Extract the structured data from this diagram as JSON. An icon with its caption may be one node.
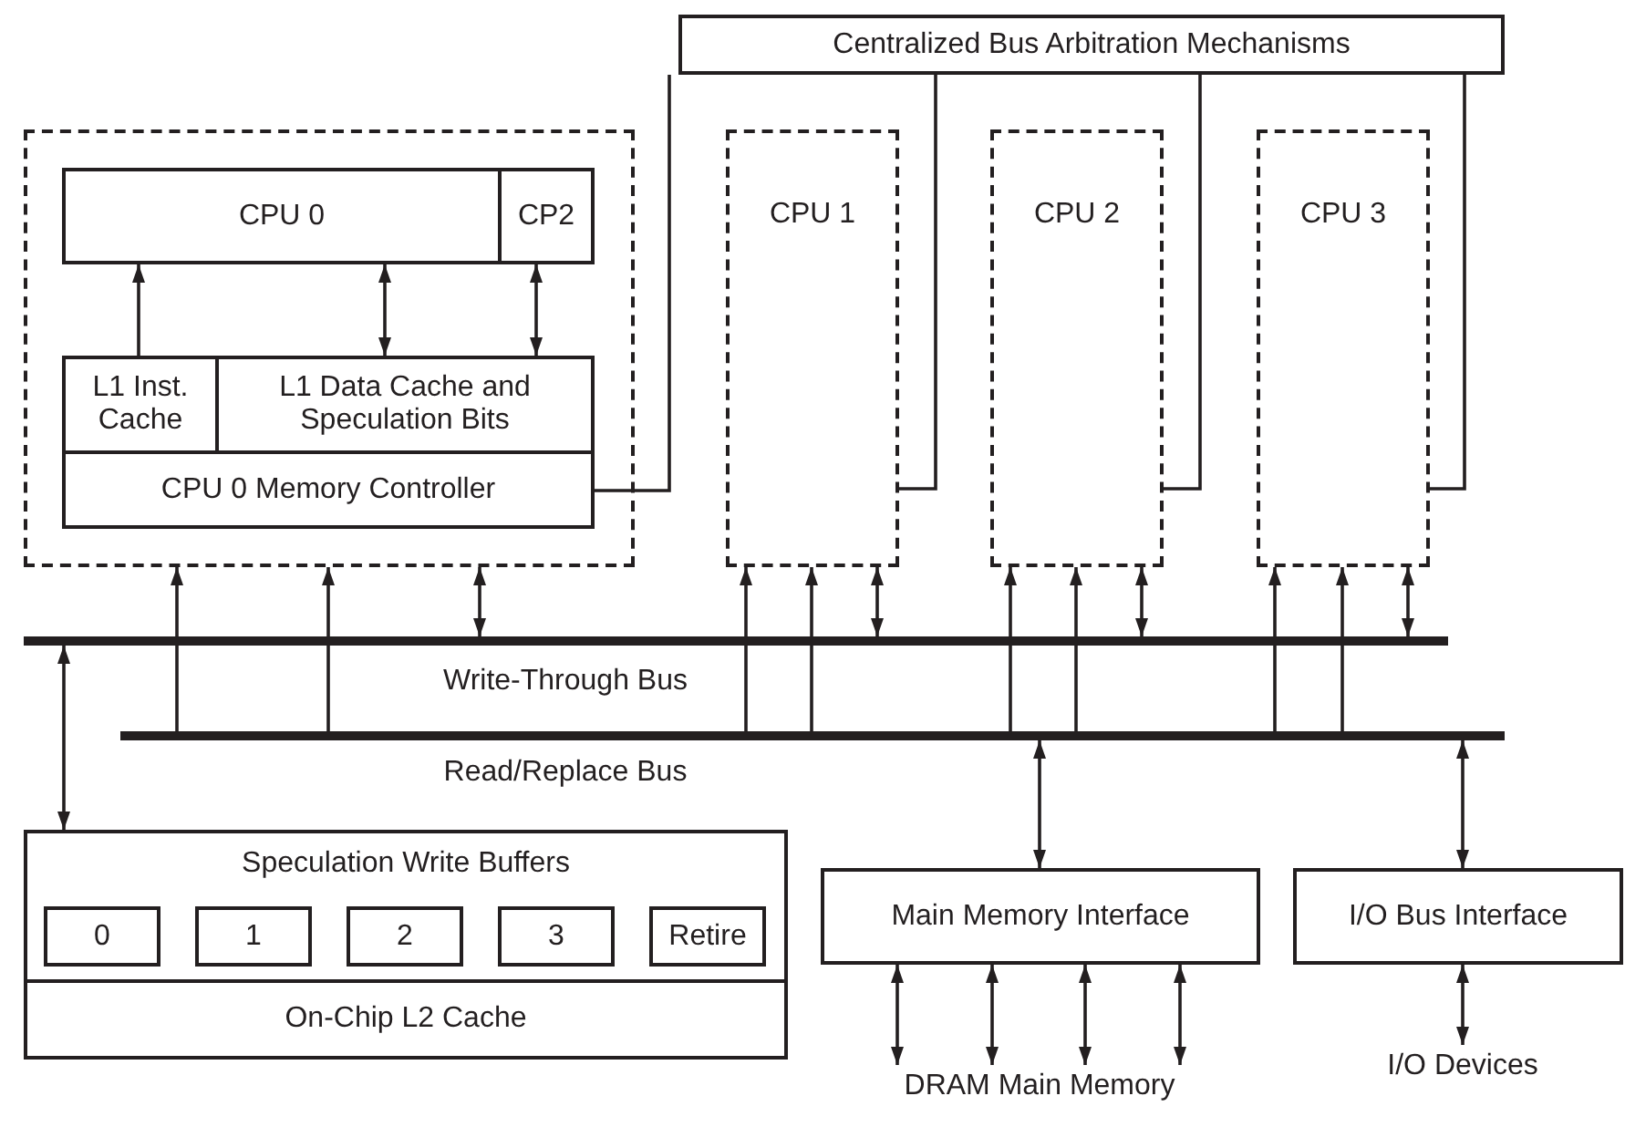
{
  "diagram": {
    "nodes": [
      {
        "text": [
          "Centralized Bus Arbitration Mechanisms"
        ]
      },
      {
        "text": [],
        "shape": "box"
      },
      {
        "text": [
          "CPU 0"
        ],
        "in": 1
      },
      {
        "text": [
          "CP2"
        ],
        "in": 1
      },
      {
        "text": [
          "L1 Inst. Cache"
        ],
        "in": 1
      },
      {
        "text": [
          "L1 Data Cache and Speculation Bits"
        ],
        "in": 1
      },
      {
        "text": [
          "CPU 0 Memory Controller"
        ],
        "in": 1
      },
      {
        "text": [
          "CPU 1"
        ]
      },
      {
        "text": [
          "CPU 2"
        ]
      },
      {
        "text": [
          "CPU 3"
        ]
      },
      {
        "text": [],
        "shape": "bar",
        "beside": [
          "Write-Through Bus"
        ]
      },
      {
        "text": [],
        "shape": "bar",
        "beside": [
          "Read/Replace Bus"
        ]
      },
      {
        "text": [
          "Speculation Write Buffers"
        ]
      },
      {
        "text": [
          "0"
        ],
        "in": 12
      },
      {
        "text": [
          "1"
        ],
        "in": 12
      },
      {
        "text": [
          "2"
        ],
        "in": 12
      },
      {
        "text": [
          "3"
        ],
        "in": 12
      },
      {
        "text": [
          "Retire"
        ],
        "in": 12
      },
      {
        "text": [
          "On-Chip L2 Cache"
        ],
        "in": 12
      },
      {
        "text": [
          "Main Memory Interface"
        ]
      },
      {
        "text": [
          "I/O Bus Interface"
        ]
      },
      {
        "text": [
          "DRAM Main Memory"
        ]
      },
      {
        "text": [
          "I/O Devices"
        ]
      }
    ],
    "edges": [
      {
        "from": 4,
        "to": 2,
        "arrow": "to"
      },
      {
        "from": 5,
        "to": 2,
        "arrow": "both"
      },
      {
        "from": 5,
        "to": 3,
        "arrow": "both"
      },
      {
        "from": 6,
        "to": 0,
        "arrow": "none"
      },
      {
        "from": 7,
        "to": 0,
        "arrow": "none"
      },
      {
        "from": 8,
        "to": 0,
        "arrow": "none"
      },
      {
        "from": 9,
        "to": 0,
        "arrow": "none"
      },
      {
        "from": 11,
        "to": 1,
        "arrow": "to"
      },
      {
        "from": 11,
        "to": 1,
        "arrow": "to"
      },
      {
        "from": 10,
        "to": 1,
        "arrow": "both"
      },
      {
        "from": 11,
        "to": 7,
        "arrow": "to"
      },
      {
        "from": 11,
        "to": 7,
        "arrow": "to"
      },
      {
        "from": 10,
        "to": 7,
        "arrow": "both"
      },
      {
        "from": 11,
        "to": 8,
        "arrow": "to"
      },
      {
        "from": 11,
        "to": 8,
        "arrow": "to"
      },
      {
        "from": 10,
        "to": 8,
        "arrow": "both"
      },
      {
        "from": 11,
        "to": 9,
        "arrow": "to"
      },
      {
        "from": 11,
        "to": 9,
        "arrow": "to"
      },
      {
        "from": 10,
        "to": 9,
        "arrow": "both"
      },
      {
        "from": 10,
        "to": 12,
        "arrow": "both"
      },
      {
        "from": 11,
        "to": 19,
        "arrow": "both"
      },
      {
        "from": 11,
        "to": 20,
        "arrow": "both"
      },
      {
        "from": 19,
        "to": 21,
        "arrow": "both"
      },
      {
        "from": 19,
        "to": 21,
        "arrow": "both"
      },
      {
        "from": 19,
        "to": 21,
        "arrow": "both"
      },
      {
        "from": 19,
        "to": 21,
        "arrow": "both"
      },
      {
        "from": 20,
        "to": 22,
        "arrow": "both"
      }
    ]
  }
}
